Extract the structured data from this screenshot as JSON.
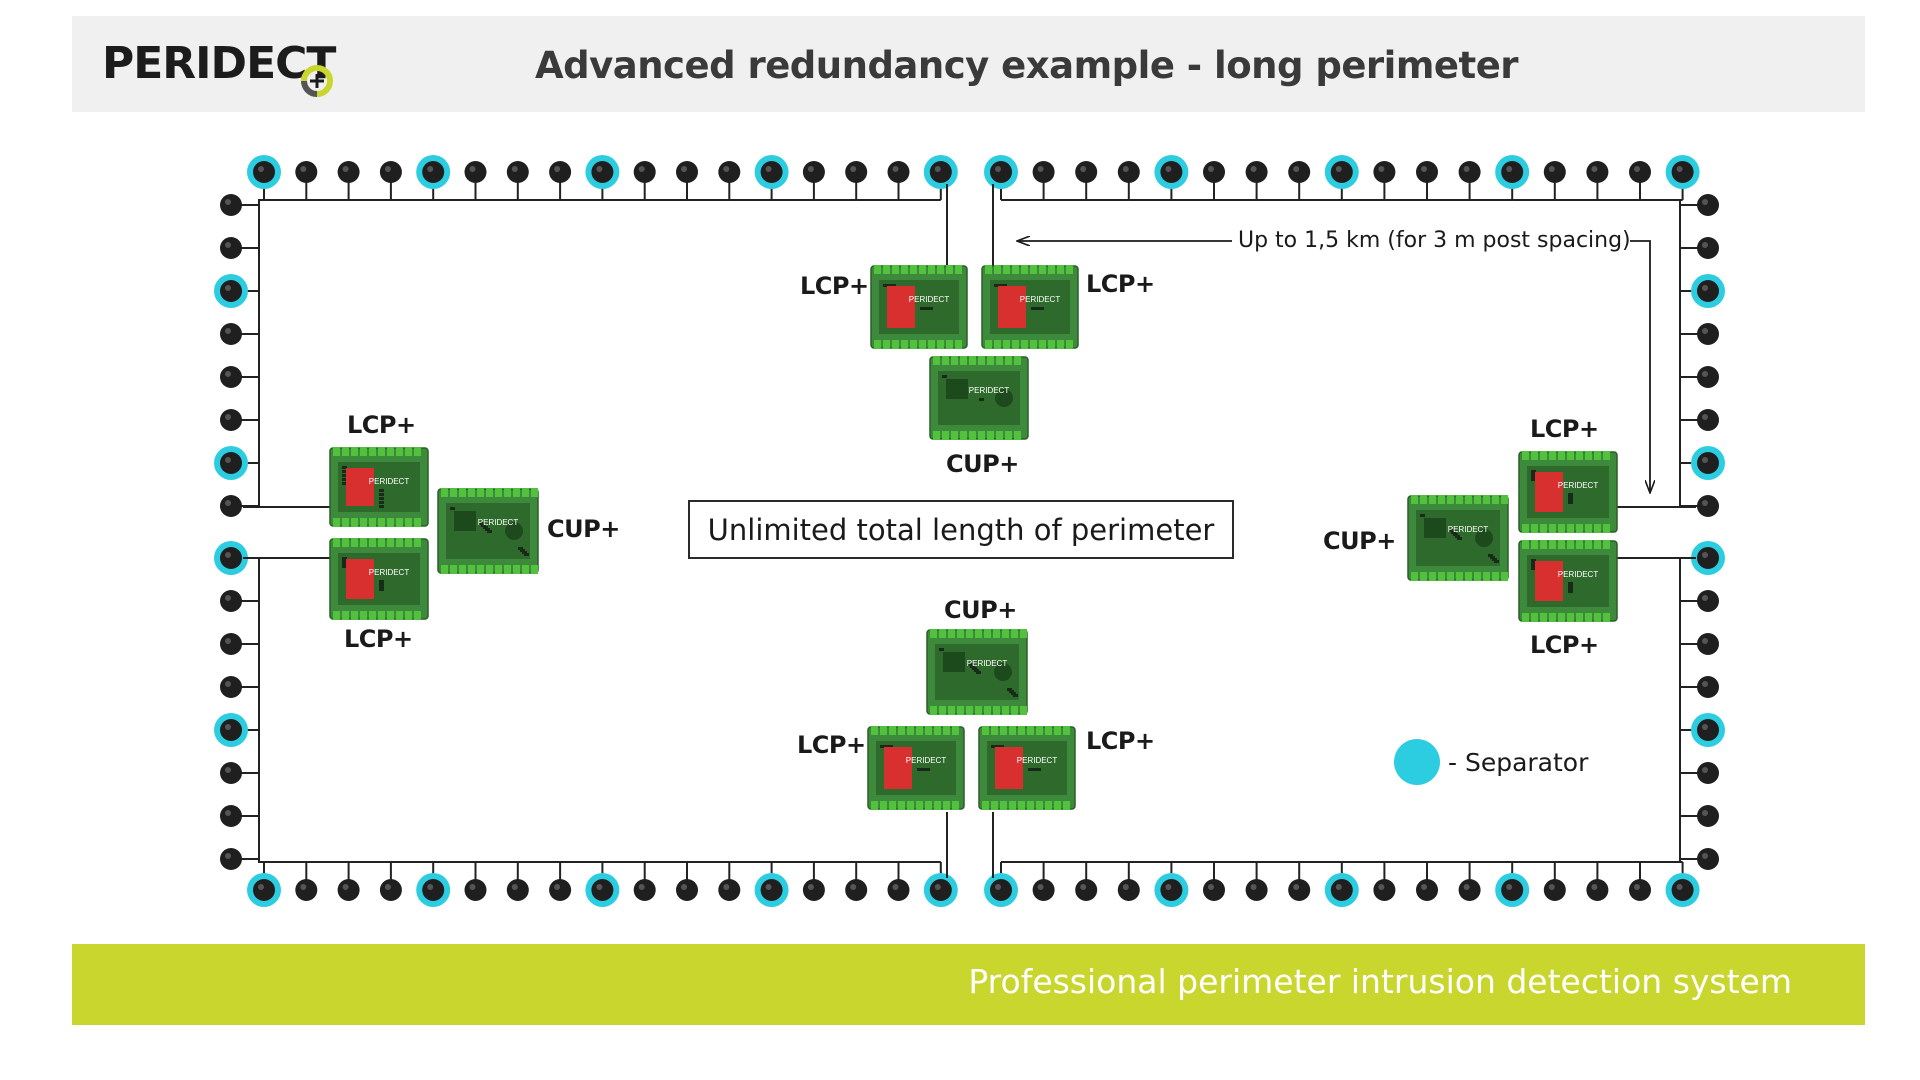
{
  "header": {
    "logo_text": "PERIDECT",
    "title": "Advanced redundancy example - long perimeter"
  },
  "diagram": {
    "center_label": "Unlimited total length of perimeter",
    "span_label": "Up to 1,5 km (for 3 m post spacing)",
    "legend_label": "- Separator",
    "unit_lcp": "LCP+",
    "unit_cup": "CUP+",
    "board_brand": "PERIDECT"
  },
  "colors": {
    "separator": "#2ccde0",
    "post": "#1f1f1f",
    "footer": "#c8d62d",
    "board": "#3e8a3c",
    "terminal": "#52c23e",
    "lcp_chip": "#d8302f"
  },
  "footer": {
    "tagline": "Professional perimeter intrusion detection system"
  }
}
